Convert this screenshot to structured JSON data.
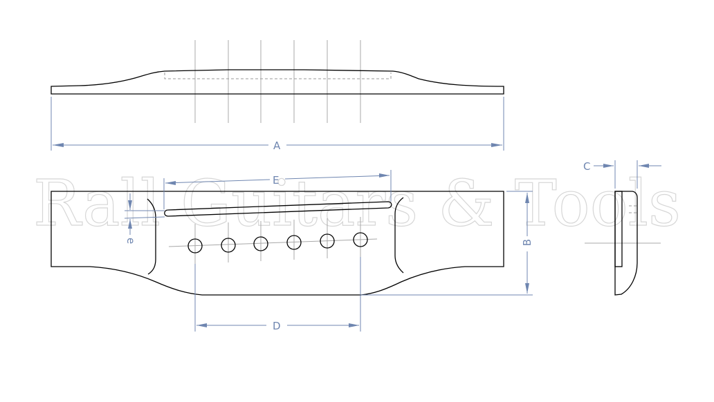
{
  "drawing": {
    "subject": "Guitar bridge technical drawing",
    "views": [
      "top-profile-view",
      "plan-view",
      "side-view"
    ],
    "watermark": "Rall Guitars & Tools",
    "colors": {
      "outline": "#000000",
      "dimension": "#6f86b0",
      "centerline": "#a8a8a8",
      "hidden": "#9a9a9a",
      "watermark": "#d6d6d6"
    }
  },
  "dimensions": {
    "A": {
      "label": "A",
      "meaning": "overall length"
    },
    "B": {
      "label": "B",
      "meaning": "overall width"
    },
    "C": {
      "label": "C",
      "meaning": "thickness"
    },
    "D": {
      "label": "D",
      "meaning": "string spacing"
    },
    "E": {
      "label": "E",
      "meaning": "saddle slot length"
    },
    "e": {
      "label": "e",
      "meaning": "saddle slot width"
    }
  },
  "features": {
    "pin_holes": 6,
    "string_centerlines": 6,
    "saddle_slot": 1
  }
}
